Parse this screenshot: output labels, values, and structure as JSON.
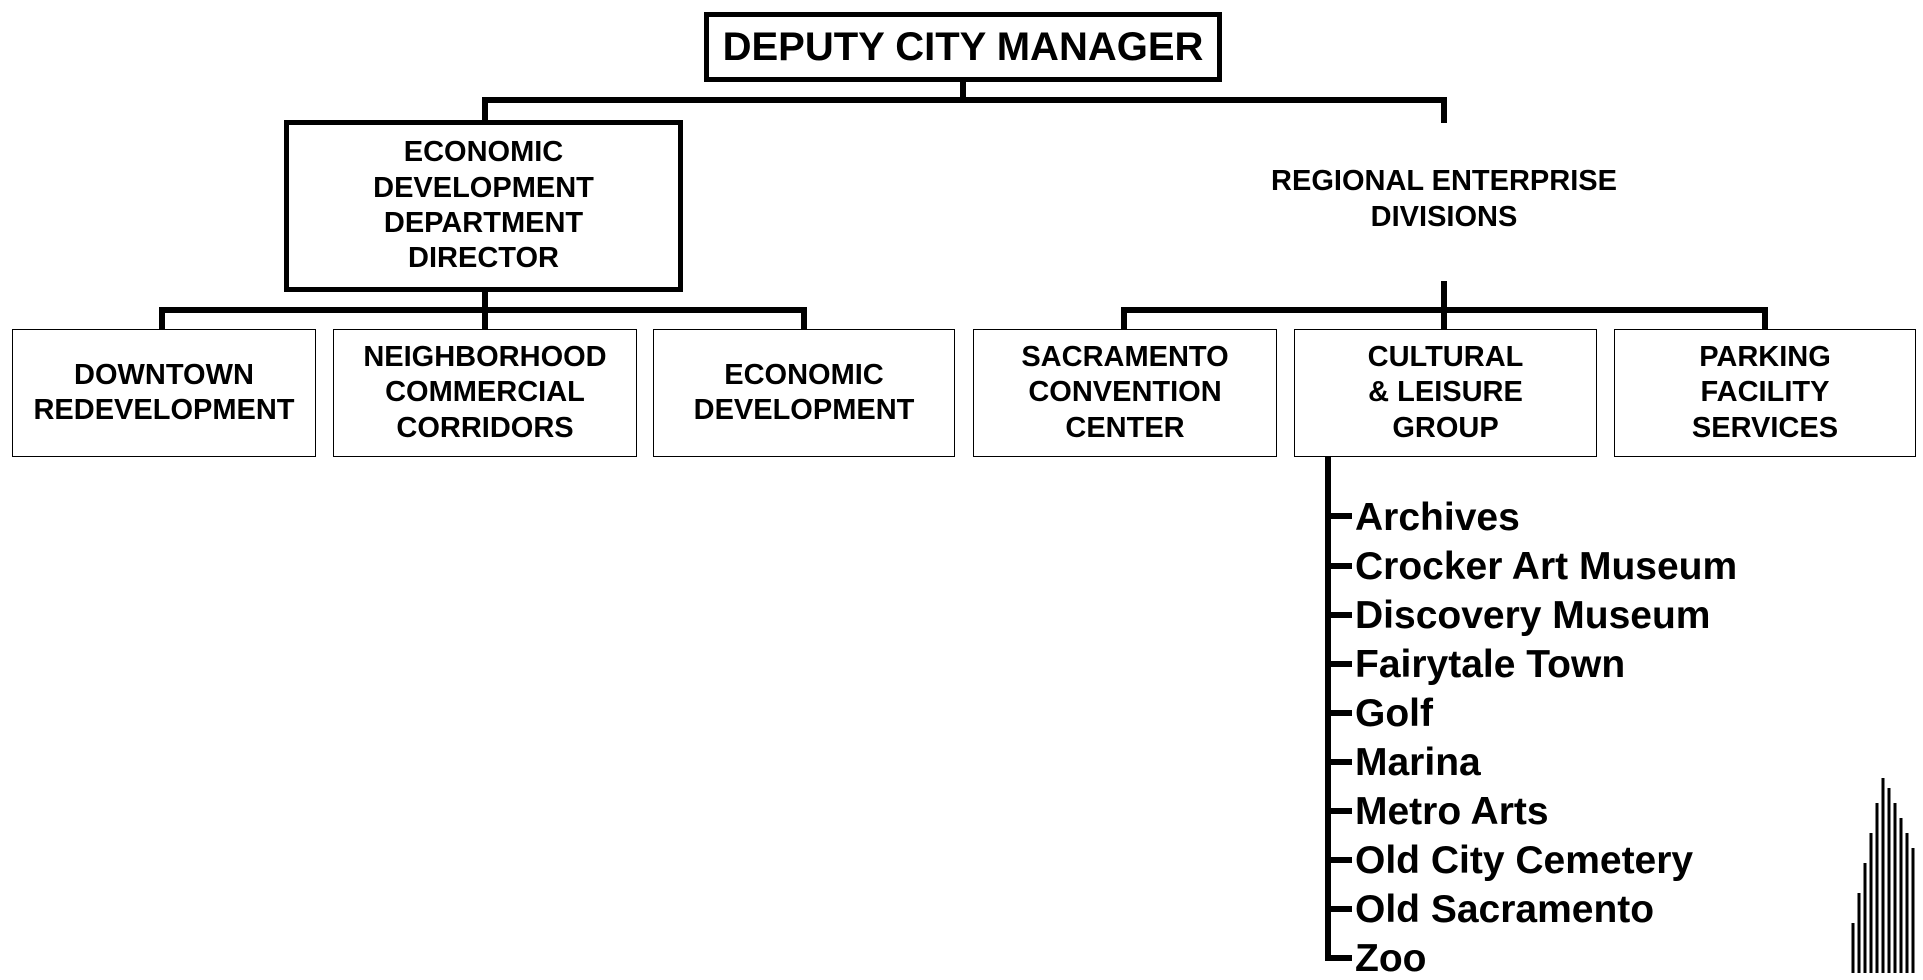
{
  "top": {
    "title": "DEPUTY CITY MANAGER"
  },
  "left_branch": {
    "title": "ECONOMIC\nDEVELOPMENT\nDEPARTMENT\nDIRECTOR",
    "children": [
      {
        "label": "DOWNTOWN\nREDEVELOPMENT"
      },
      {
        "label": "NEIGHBORHOOD\nCOMMERCIAL\nCORRIDORS"
      },
      {
        "label": "ECONOMIC\nDEVELOPMENT"
      }
    ]
  },
  "right_branch": {
    "title": "REGIONAL ENTERPRISE\nDIVISIONS",
    "children": [
      {
        "label": "SACRAMENTO\nCONVENTION\nCENTER"
      },
      {
        "label": "CULTURAL\n& LEISURE\nGROUP"
      },
      {
        "label": "PARKING\nFACILITY\nSERVICES"
      }
    ]
  },
  "cultural_units": [
    "Archives",
    "Crocker Art Museum",
    "Discovery Museum",
    "Fairytale Town",
    "Golf",
    "Marina",
    "Metro Arts",
    "Old City Cemetery",
    "Old Sacramento",
    "Zoo"
  ],
  "colors": {
    "line": "#000000",
    "background": "#ffffff"
  },
  "icons": {
    "corner_logo": "city-skyline-logo-icon"
  }
}
